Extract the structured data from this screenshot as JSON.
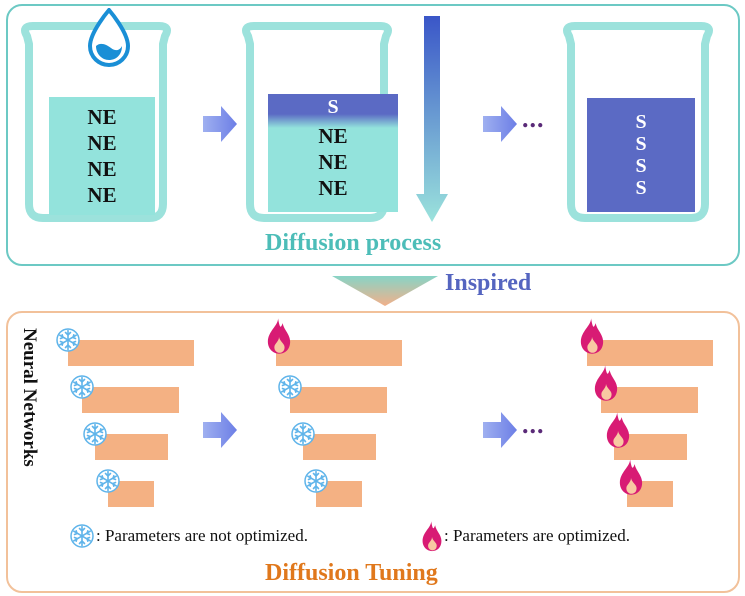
{
  "top": {
    "beaker1": {
      "lines": [
        "NE",
        "NE",
        "NE",
        "NE"
      ]
    },
    "beaker2": {
      "top_line": "S",
      "lines": [
        "NE",
        "NE",
        "NE"
      ]
    },
    "beaker3": {
      "lines": [
        "S",
        "S",
        "S",
        "S"
      ]
    },
    "ellipsis": "...",
    "caption": "Diffusion process"
  },
  "inspired": "Inspired",
  "bottom": {
    "side_label": "Neural Networks",
    "ellipsis": "...",
    "legend_frozen": ": Parameters  are  not  optimized.",
    "legend_trained": ": Parameters  are  optimized.",
    "caption": "Diffusion Tuning"
  },
  "colors": {
    "teal_border": "#6cc9c4",
    "ne_liquid": "#93e3dc",
    "s_liquid": "#5b6ac4",
    "bar": "#f4b183",
    "orange_border": "#f2c19a",
    "flame": "#d81b74",
    "snowflake": "#5fb4ea"
  },
  "icons": [
    "water-drop-icon",
    "snowflake-icon",
    "flame-icon",
    "right-arrow-icon",
    "down-arrow-icon"
  ]
}
